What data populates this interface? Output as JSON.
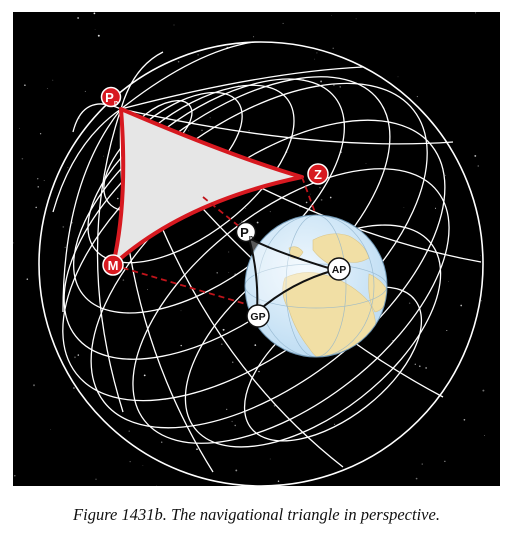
{
  "caption": "Figure 1431b. The navigational triangle in perspective.",
  "labels": {
    "pn_outer": "P",
    "pn_outer_sub": "n",
    "z": "Z",
    "m": "M",
    "pn_inner": "P",
    "pn_inner_sub": "n",
    "ap": "AP",
    "gp": "GP"
  },
  "colors": {
    "space": "#000000",
    "grid": "#ffffff",
    "triangle": "#d71920",
    "triangle_fill": "#e6e6e6",
    "ocean": "#cfe6f7",
    "land": "#f1dfa5"
  }
}
